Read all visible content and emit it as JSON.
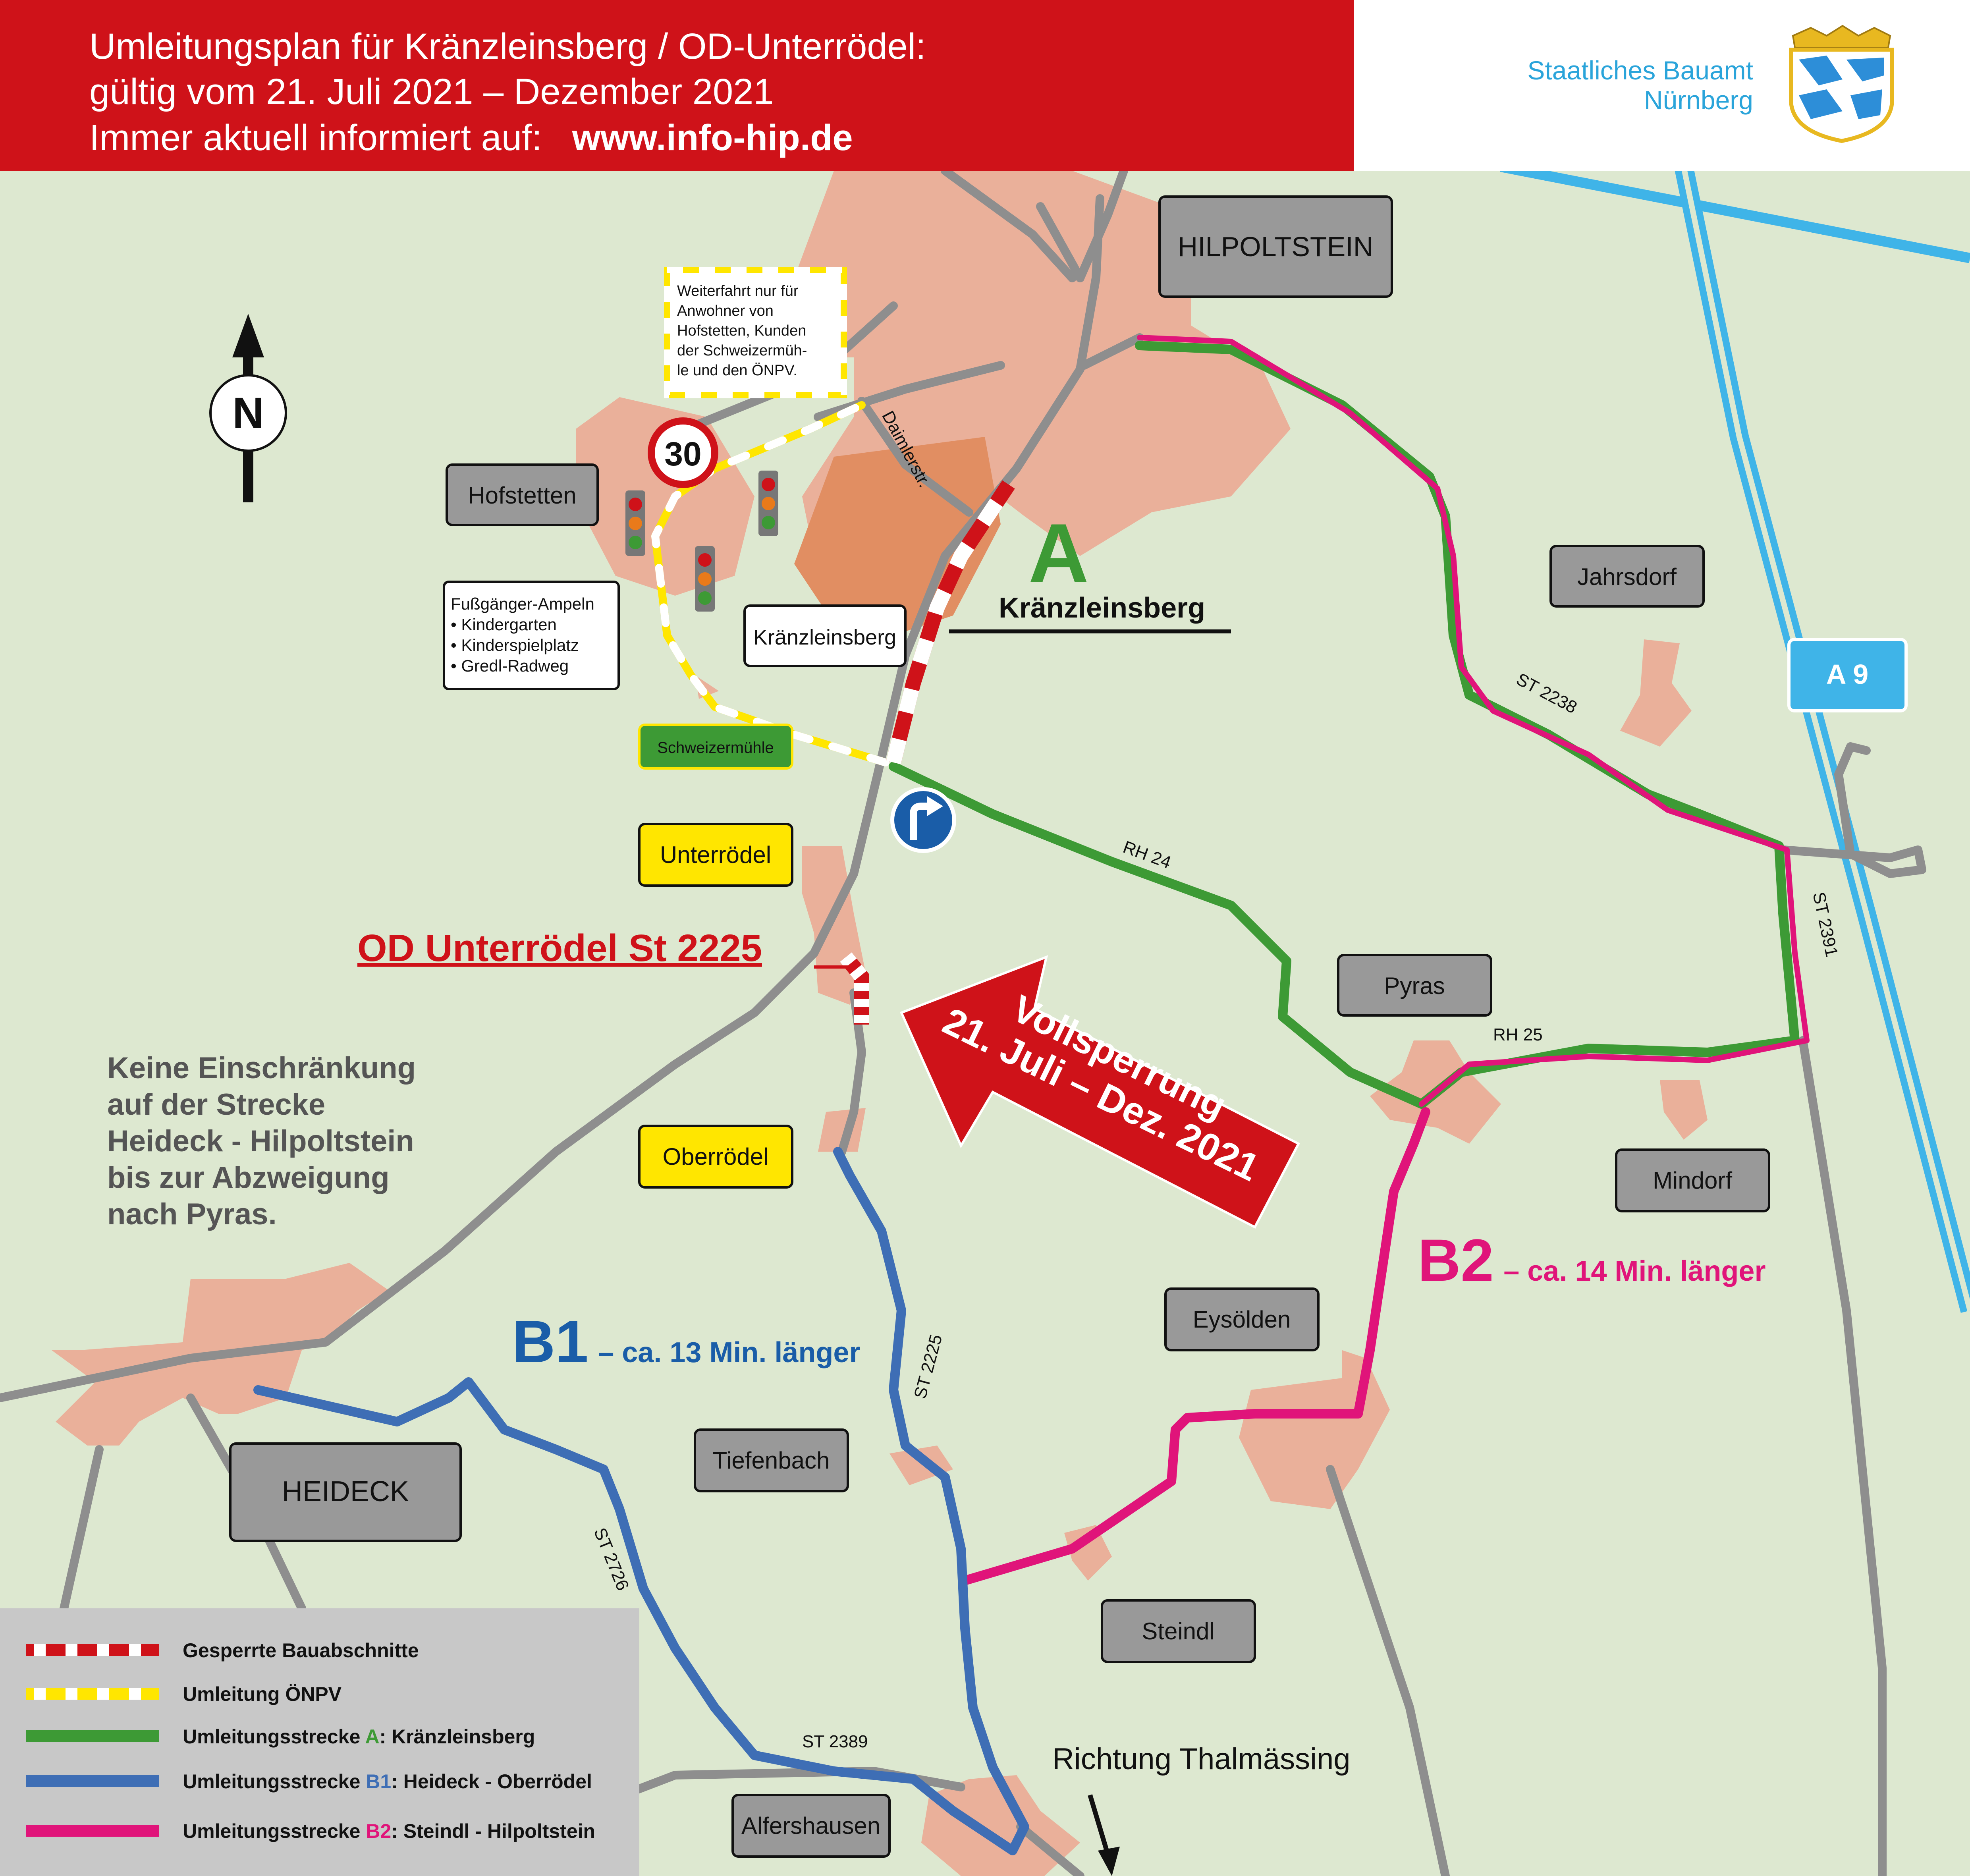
{
  "header": {
    "line1": "Umleitungsplan für Kränzleinsberg / OD-Unterrödel:",
    "line2": "gültig vom 21. Juli 2021 – Dezember 2021",
    "line3_prefix": "Immer aktuell informiert auf:",
    "line3_url": "www.info-hip.de"
  },
  "authority": {
    "line1": "Staatliches Bauamt",
    "line2": "Nürnberg",
    "icon": "bavarian-coat-of-arms-icon"
  },
  "compass": {
    "letter": "N",
    "icon": "north-arrow-icon"
  },
  "places": {
    "hilpoltstein": "HILPOLTSTEIN",
    "hofstetten": "Hofstetten",
    "kraenzleinsberg_box": "Kränzleinsberg",
    "schweizermuehle": "Schweizermühle",
    "unterroedel": "Unterrödel",
    "oberroedel": "Oberrödel",
    "jahrsdorf": "Jahrsdorf",
    "pyras": "Pyras",
    "mindorf": "Mindorf",
    "eysoelden": "Eysölden",
    "heideck": "HEIDECK",
    "tiefenbach": "Tiefenbach",
    "steindl": "Steindl",
    "alfershausen": "Alfershausen",
    "a9": "A 9"
  },
  "roads": {
    "daimlerstr": "Daimlerstr.",
    "st2238": "ST 2238",
    "st2391": "ST 2391",
    "rh24": "RH 24",
    "rh25": "RH 25",
    "st2225": "ST 2225",
    "st2726": "ST 2726",
    "st2389": "ST 2389"
  },
  "notes": {
    "access": [
      "Weiterfahrt nur für",
      "Anwohner von",
      "Hofstetten, Kunden",
      "der Schweizermüh-",
      "le und den ÖNPV."
    ],
    "ampeln": [
      "Fußgänger-Ampeln",
      "• Kindergarten",
      "• Kinderspielplatz",
      "• Gredl-Radweg"
    ],
    "speed": "30",
    "no_restriction": [
      "Keine Einschränkung",
      "auf der Strecke",
      "Heideck - Hilpoltstein",
      "bis zur Abzweigung",
      "nach Pyras."
    ],
    "richtung": "Richtung Thalmässing"
  },
  "route_labels": {
    "a_letter": "A",
    "a_name": "Kränzleinsberg",
    "od": "OD Unterrödel St 2225",
    "b1_letter": "B1",
    "b1_text": "– ca. 13 Min. länger",
    "b2_letter": "B2",
    "b2_text": "– ca. 14 Min. länger"
  },
  "closure": {
    "line1": "Vollsperrung",
    "line2": "21. Juli – Dez. 2021"
  },
  "legend": {
    "items": [
      {
        "prefix": "Gesperrte Bauabschnitte",
        "key": "",
        "suffix": ""
      },
      {
        "prefix": "Umleitung ÖNPV",
        "key": "",
        "suffix": ""
      },
      {
        "prefix": "Umleitungsstrecke ",
        "key": "A",
        "suffix": ": Kränzleinsberg"
      },
      {
        "prefix": "Umleitungsstrecke ",
        "key": "B1",
        "suffix": ": Heideck - Oberrödel"
      },
      {
        "prefix": "Umleitungsstrecke ",
        "key": "B2",
        "suffix": ": Steindl - Hilpoltstein"
      }
    ]
  },
  "colors": {
    "header_red": "#cf1219",
    "closure_red": "#cf1219",
    "route_a_green": "#3d9a35",
    "route_b1_blue": "#3e6eb5",
    "route_b2_pink": "#e0147a",
    "oenpv_yellow": "#ffe600",
    "settlement": "#eab09a",
    "road_gray": "#8e8e8e",
    "motorway_blue": "#3fb4e8",
    "map_background": "#dde8d0"
  }
}
